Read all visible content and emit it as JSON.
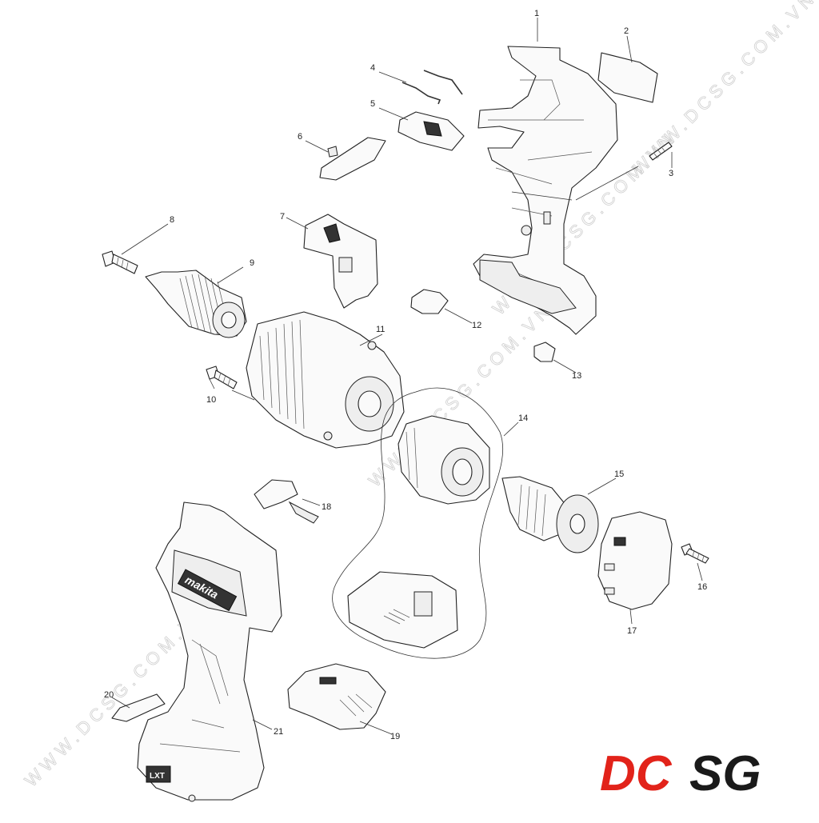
{
  "diagram": {
    "callouts": [
      "1",
      "2",
      "3",
      "4",
      "5",
      "6",
      "7",
      "8",
      "9",
      "10",
      "11",
      "12",
      "13",
      "14",
      "15",
      "16",
      "17",
      "18",
      "19",
      "20",
      "21"
    ],
    "watermark": "WWW.DCSG.COM.VN",
    "logo": {
      "text_red": "DC",
      "text_black": "SG",
      "red": "#e2231a",
      "black": "#1a1a1a"
    },
    "housing_brand": "makita",
    "battery_badge": "LXT"
  }
}
